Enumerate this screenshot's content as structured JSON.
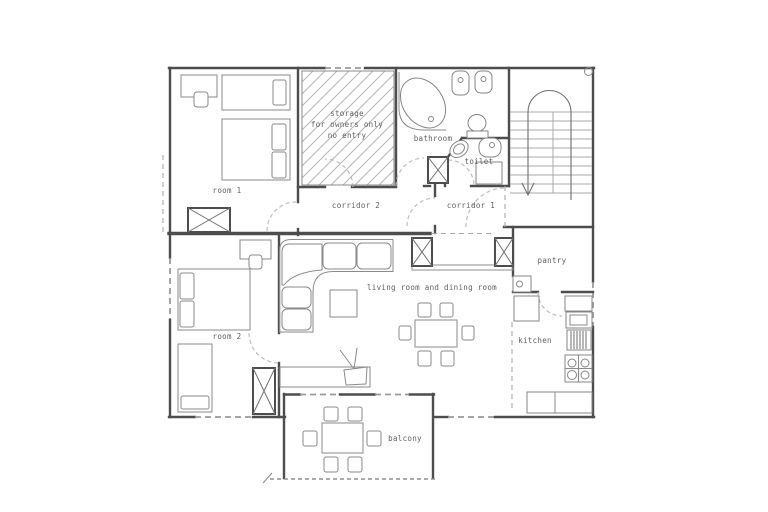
{
  "title": "apartment floor plan",
  "colors": {
    "background": "#ffffff",
    "wall": "#4d4d4d",
    "furniture": "#8a8a8a",
    "door_arc": "#bdbdbd",
    "window_dash": "#9a9a9a",
    "text": "#5f5f5f"
  },
  "labels": {
    "room1": "room 1",
    "room2": "room 2",
    "storage_line1": "storage",
    "storage_line2": "for owners only",
    "storage_line3": "no entry",
    "corridor2": "corridor 2",
    "corridor1": "corridor 1",
    "bathroom": "bathroom",
    "toilet": "toilet",
    "living": "living room and dining room",
    "pantry": "pantry",
    "kitchen": "kitchen",
    "balcony": "balcony"
  }
}
